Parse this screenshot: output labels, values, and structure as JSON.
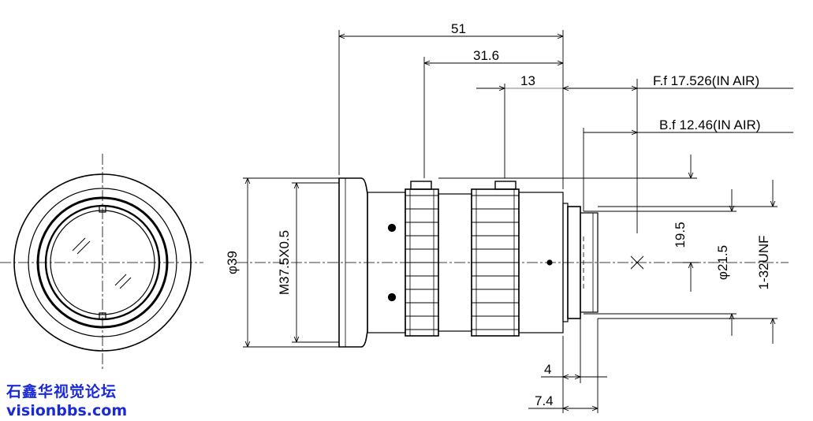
{
  "dimensions": {
    "overall_length": "51",
    "ring_span": "31.6",
    "rear_ring": "13",
    "flange_focal": "F.f 17.526(IN AIR)",
    "back_focal": "B.f 12.46(IN AIR)",
    "sensor_half": "19.5",
    "outer_diameter": "φ39",
    "filter_thread": "M37.5X0.5",
    "mount_diameter": "φ21.5",
    "mount_thread": "1-32UNF",
    "mount_length": "4",
    "mount_flange": "7.4"
  },
  "watermark": {
    "line1": "石鑫华视觉论坛",
    "line2": "visionbbs.com"
  },
  "colors": {
    "line": "#000000",
    "watermark": "#1a2bd6"
  }
}
